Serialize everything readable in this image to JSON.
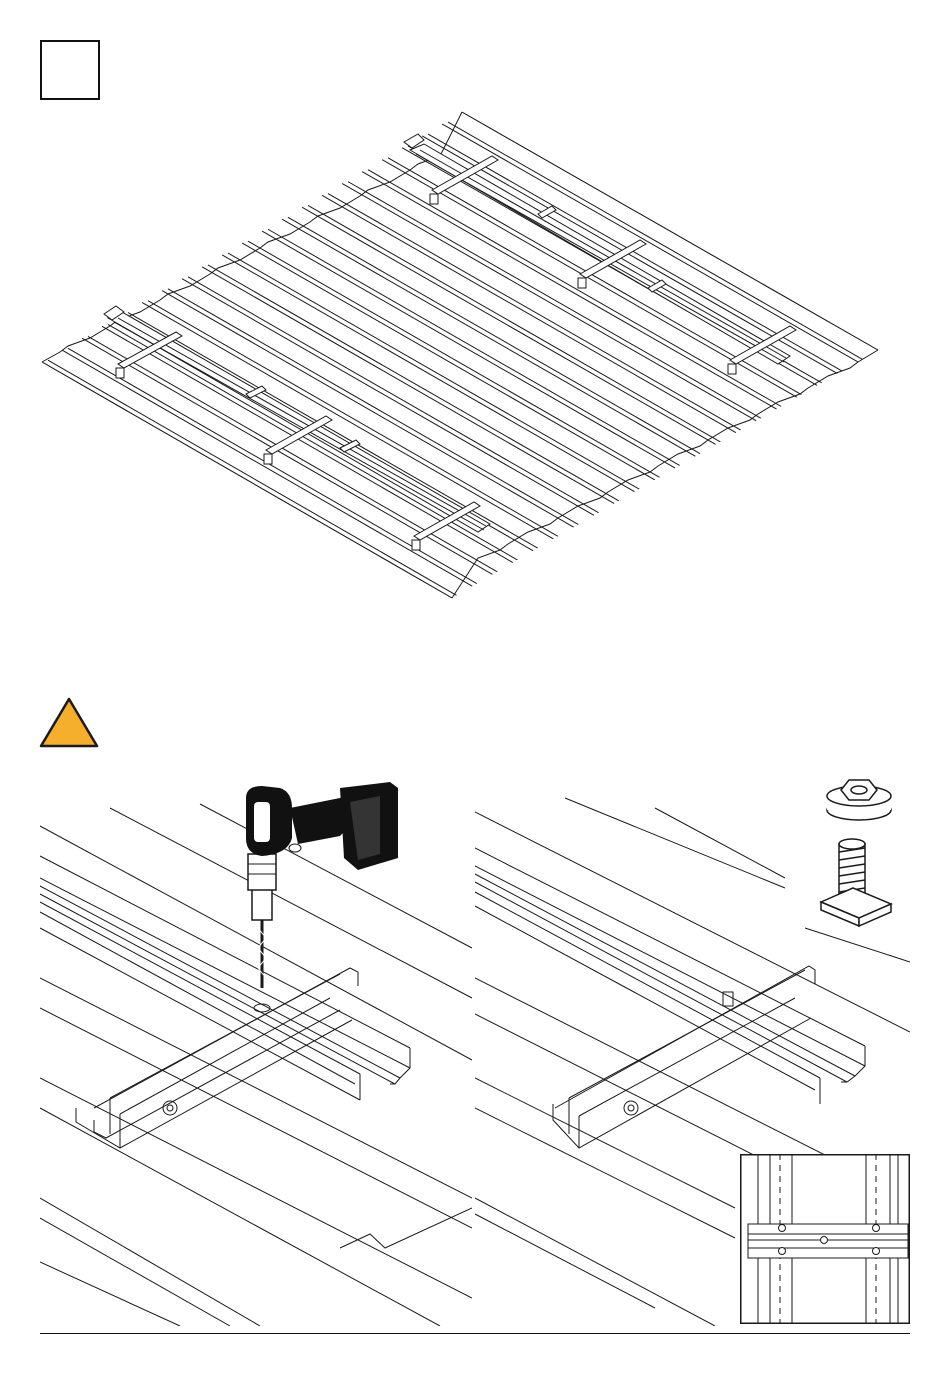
{
  "step": {
    "number": ""
  },
  "colors": {
    "line": "#1a1a1a",
    "warning": "#F6AE2D",
    "drill_body": "#111111",
    "paper": "#ffffff"
  },
  "icons": {
    "warning": "warning-triangle-icon",
    "drill": "cordless-drill-icon",
    "nut": "flange-nut-icon",
    "bolt": "t-head-bolt-icon"
  },
  "panels": {
    "overview": "corrugated-roof-with-two-rail-rows",
    "drill_detail": "drilling-rail-on-crossbar",
    "bolt_detail": "bolting-rail-to-crossbar",
    "inset": "top-view-bolt-layout"
  }
}
